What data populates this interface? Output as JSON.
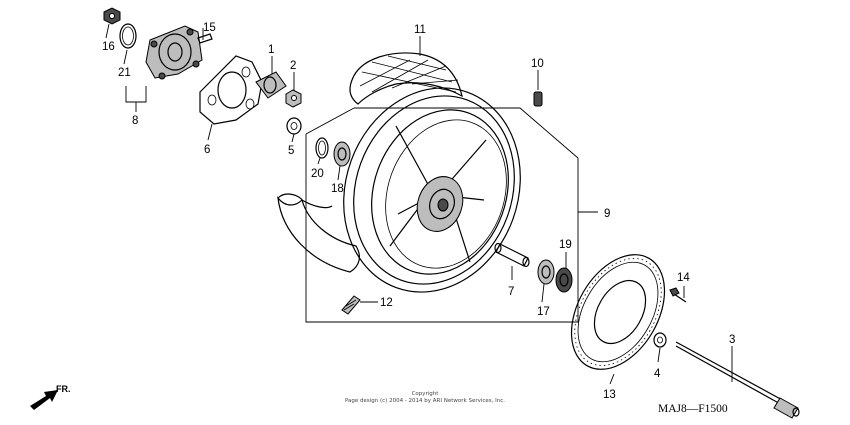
{
  "diagram": {
    "code": "MAJ8—F1500",
    "front_label": "FR.",
    "copyright_line1": "Copyright",
    "copyright_line2": "Page design (c) 2004 - 2014 by ARI Network Services, Inc.",
    "callouts": {
      "p1": "1",
      "p2": "2",
      "p3": "3",
      "p4": "4",
      "p5": "5",
      "p6": "6",
      "p7": "7",
      "p8": "8",
      "p9": "9",
      "p10": "10",
      "p11": "11",
      "p12": "12",
      "p13": "13",
      "p14": "14",
      "p15": "15",
      "p16": "16",
      "p17": "17",
      "p18": "18",
      "p19": "19",
      "p20": "20",
      "p21": "21"
    }
  }
}
